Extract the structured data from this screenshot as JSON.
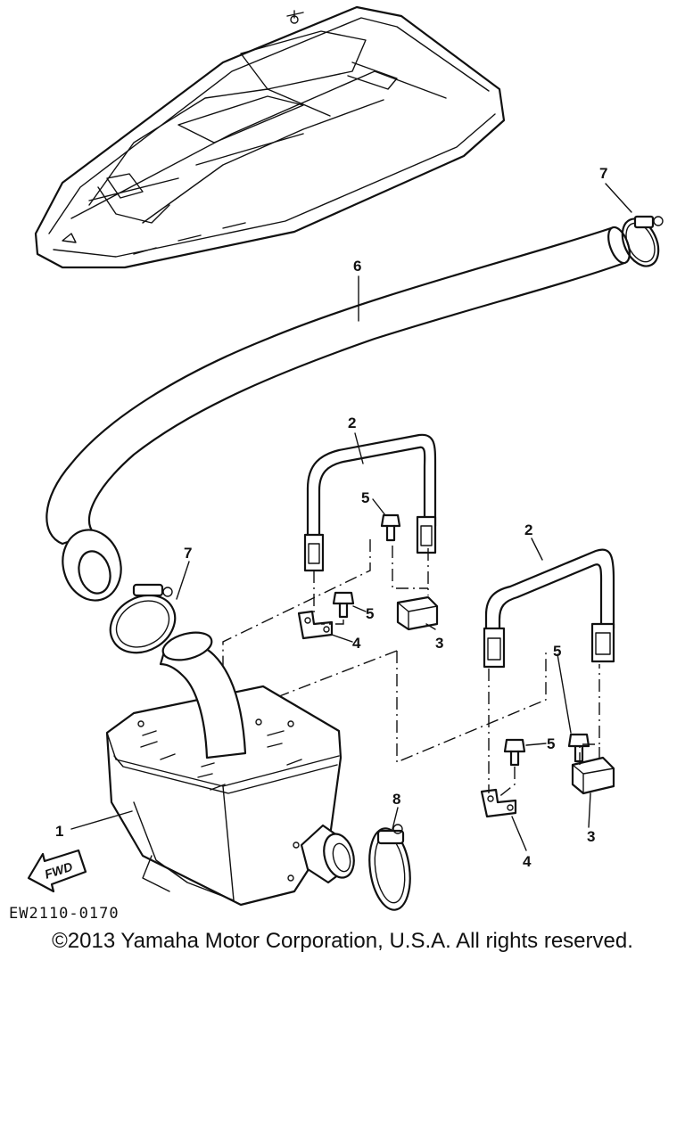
{
  "callouts": {
    "c1": "1",
    "c2a": "2",
    "c2b": "2",
    "c3a": "3",
    "c3b": "3",
    "c4a": "4",
    "c4b": "4",
    "c5a": "5",
    "c5b": "5",
    "c5c": "5",
    "c5d": "5",
    "c6": "6",
    "c7a": "7",
    "c7b": "7",
    "c8": "8"
  },
  "fwd_label": "FWD",
  "drawing_code": "EW2110-0170",
  "copyright": "©2013 Yamaha Motor Corporation, U.S.A. All rights reserved."
}
